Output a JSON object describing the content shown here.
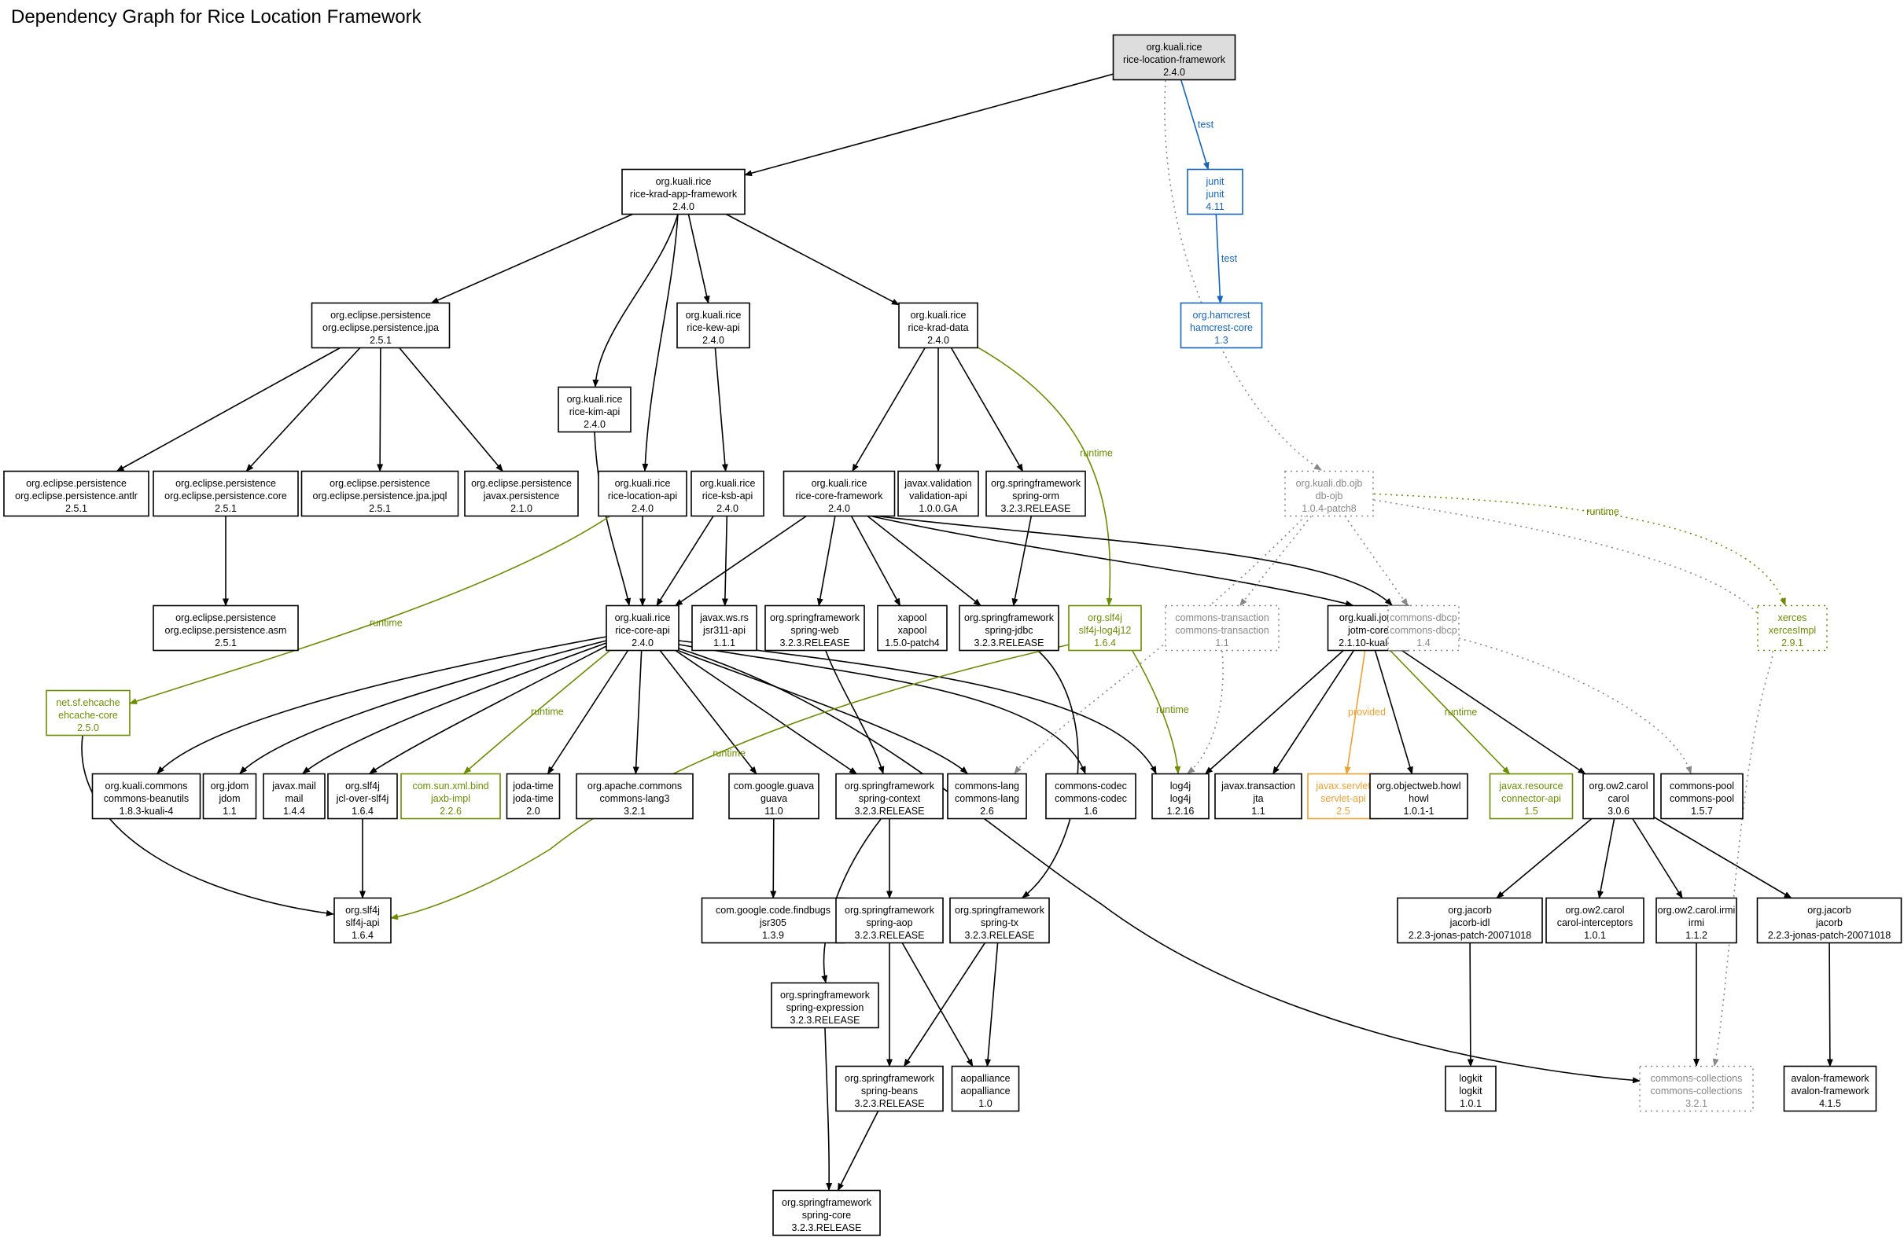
{
  "title": "Dependency Graph for Rice Location Framework",
  "colors": {
    "compile": "#000000",
    "test": "#1565c0",
    "runtime": "#6b8e00",
    "provided": "#f0a030",
    "optional": "#888888",
    "root_fill": "#dddddd"
  },
  "nodes": [
    {
      "id": "root",
      "lines": [
        "org.kuali.rice",
        "rice-location-framework",
        "2.4.0"
      ],
      "kind": "root"
    },
    {
      "id": "junit",
      "lines": [
        "junit",
        "junit",
        "4.11"
      ],
      "kind": "test"
    },
    {
      "id": "hamcrest",
      "lines": [
        "org.hamcrest",
        "hamcrest-core",
        "1.3"
      ],
      "kind": "test"
    },
    {
      "id": "krad_app",
      "lines": [
        "org.kuali.rice",
        "rice-krad-app-framework",
        "2.4.0"
      ],
      "kind": "compile"
    },
    {
      "id": "jpa",
      "lines": [
        "org.eclipse.persistence",
        "org.eclipse.persistence.jpa",
        "2.5.1"
      ],
      "kind": "compile"
    },
    {
      "id": "kew_api",
      "lines": [
        "org.kuali.rice",
        "rice-kew-api",
        "2.4.0"
      ],
      "kind": "compile"
    },
    {
      "id": "krad_data",
      "lines": [
        "org.kuali.rice",
        "rice-krad-data",
        "2.4.0"
      ],
      "kind": "compile"
    },
    {
      "id": "kim_api",
      "lines": [
        "org.kuali.rice",
        "rice-kim-api",
        "2.4.0"
      ],
      "kind": "compile"
    },
    {
      "id": "db_ojb",
      "lines": [
        "org.kuali.db.ojb",
        "db-ojb",
        "1.0.4-patch8"
      ],
      "kind": "optional"
    },
    {
      "id": "antlr",
      "lines": [
        "org.eclipse.persistence",
        "org.eclipse.persistence.antlr",
        "2.5.1"
      ],
      "kind": "compile"
    },
    {
      "id": "ep_core",
      "lines": [
        "org.eclipse.persistence",
        "org.eclipse.persistence.core",
        "2.5.1"
      ],
      "kind": "compile"
    },
    {
      "id": "jpql",
      "lines": [
        "org.eclipse.persistence",
        "org.eclipse.persistence.jpa.jpql",
        "2.5.1"
      ],
      "kind": "compile"
    },
    {
      "id": "javax_persist",
      "lines": [
        "org.eclipse.persistence",
        "javax.persistence",
        "2.1.0"
      ],
      "kind": "compile"
    },
    {
      "id": "loc_api",
      "lines": [
        "org.kuali.rice",
        "rice-location-api",
        "2.4.0"
      ],
      "kind": "compile"
    },
    {
      "id": "ksb_api",
      "lines": [
        "org.kuali.rice",
        "rice-ksb-api",
        "2.4.0"
      ],
      "kind": "compile"
    },
    {
      "id": "core_fw",
      "lines": [
        "org.kuali.rice",
        "rice-core-framework",
        "2.4.0"
      ],
      "kind": "compile"
    },
    {
      "id": "validation",
      "lines": [
        "javax.validation",
        "validation-api",
        "1.0.0.GA"
      ],
      "kind": "compile"
    },
    {
      "id": "spring_orm",
      "lines": [
        "org.springframework",
        "spring-orm",
        "3.2.3.RELEASE"
      ],
      "kind": "compile"
    },
    {
      "id": "ep_asm",
      "lines": [
        "org.eclipse.persistence",
        "org.eclipse.persistence.asm",
        "2.5.1"
      ],
      "kind": "compile"
    },
    {
      "id": "core_api",
      "lines": [
        "org.kuali.rice",
        "rice-core-api",
        "2.4.0"
      ],
      "kind": "compile"
    },
    {
      "id": "jsr311",
      "lines": [
        "javax.ws.rs",
        "jsr311-api",
        "1.1.1"
      ],
      "kind": "compile"
    },
    {
      "id": "spring_web",
      "lines": [
        "org.springframework",
        "spring-web",
        "3.2.3.RELEASE"
      ],
      "kind": "compile"
    },
    {
      "id": "xapool",
      "lines": [
        "xapool",
        "xapool",
        "1.5.0-patch4"
      ],
      "kind": "compile"
    },
    {
      "id": "spring_jdbc",
      "lines": [
        "org.springframework",
        "spring-jdbc",
        "3.2.3.RELEASE"
      ],
      "kind": "compile"
    },
    {
      "id": "slf4j_log4j",
      "lines": [
        "org.slf4j",
        "slf4j-log4j12",
        "1.6.4"
      ],
      "kind": "runtime"
    },
    {
      "id": "commons_tx",
      "lines": [
        "commons-transaction",
        "commons-transaction",
        "1.1"
      ],
      "kind": "optional"
    },
    {
      "id": "jotm",
      "lines": [
        "org.kuali.jotm",
        "jotm-core",
        "2.1.10-kuali-1"
      ],
      "kind": "compile"
    },
    {
      "id": "dbcp",
      "lines": [
        "commons-dbcp",
        "commons-dbcp",
        "1.4"
      ],
      "kind": "optional"
    },
    {
      "id": "xerces",
      "lines": [
        "xerces",
        "xercesImpl",
        "2.9.1"
      ],
      "kind": "runtime_opt"
    },
    {
      "id": "ehcache",
      "lines": [
        "net.sf.ehcache",
        "ehcache-core",
        "2.5.0"
      ],
      "kind": "runtime"
    },
    {
      "id": "beanutils",
      "lines": [
        "org.kuali.commons",
        "commons-beanutils",
        "1.8.3-kuali-4"
      ],
      "kind": "compile"
    },
    {
      "id": "jdom",
      "lines": [
        "org.jdom",
        "jdom",
        "1.1"
      ],
      "kind": "compile"
    },
    {
      "id": "mail",
      "lines": [
        "javax.mail",
        "mail",
        "1.4.4"
      ],
      "kind": "compile"
    },
    {
      "id": "jcl_slf4j",
      "lines": [
        "org.slf4j",
        "jcl-over-slf4j",
        "1.6.4"
      ],
      "kind": "compile"
    },
    {
      "id": "jaxb",
      "lines": [
        "com.sun.xml.bind",
        "jaxb-impl",
        "2.2.6"
      ],
      "kind": "runtime"
    },
    {
      "id": "joda",
      "lines": [
        "joda-time",
        "joda-time",
        "2.0"
      ],
      "kind": "compile"
    },
    {
      "id": "lang3",
      "lines": [
        "org.apache.commons",
        "commons-lang3",
        "3.2.1"
      ],
      "kind": "compile"
    },
    {
      "id": "guava",
      "lines": [
        "com.google.guava",
        "guava",
        "11.0"
      ],
      "kind": "compile"
    },
    {
      "id": "spring_ctx",
      "lines": [
        "org.springframework",
        "spring-context",
        "3.2.3.RELEASE"
      ],
      "kind": "compile"
    },
    {
      "id": "commons_lang",
      "lines": [
        "commons-lang",
        "commons-lang",
        "2.6"
      ],
      "kind": "compile"
    },
    {
      "id": "codec",
      "lines": [
        "commons-codec",
        "commons-codec",
        "1.6"
      ],
      "kind": "compile"
    },
    {
      "id": "log4j",
      "lines": [
        "log4j",
        "log4j",
        "1.2.16"
      ],
      "kind": "compile"
    },
    {
      "id": "jta",
      "lines": [
        "javax.transaction",
        "jta",
        "1.1"
      ],
      "kind": "compile"
    },
    {
      "id": "servlet",
      "lines": [
        "javax.servlet",
        "servlet-api",
        "2.5"
      ],
      "kind": "provided"
    },
    {
      "id": "howl",
      "lines": [
        "org.objectweb.howl",
        "howl",
        "1.0.1-1"
      ],
      "kind": "compile"
    },
    {
      "id": "connector",
      "lines": [
        "javax.resource",
        "connector-api",
        "1.5"
      ],
      "kind": "runtime"
    },
    {
      "id": "carol",
      "lines": [
        "org.ow2.carol",
        "carol",
        "3.0.6"
      ],
      "kind": "compile"
    },
    {
      "id": "pool",
      "lines": [
        "commons-pool",
        "commons-pool",
        "1.5.7"
      ],
      "kind": "compile"
    },
    {
      "id": "slf4j_api",
      "lines": [
        "org.slf4j",
        "slf4j-api",
        "1.6.4"
      ],
      "kind": "compile"
    },
    {
      "id": "jsr305",
      "lines": [
        "com.google.code.findbugs",
        "jsr305",
        "1.3.9"
      ],
      "kind": "compile"
    },
    {
      "id": "spring_aop",
      "lines": [
        "org.springframework",
        "spring-aop",
        "3.2.3.RELEASE"
      ],
      "kind": "compile"
    },
    {
      "id": "spring_tx",
      "lines": [
        "org.springframework",
        "spring-tx",
        "3.2.3.RELEASE"
      ],
      "kind": "compile"
    },
    {
      "id": "jacorb_idl",
      "lines": [
        "org.jacorb",
        "jacorb-idl",
        "2.2.3-jonas-patch-20071018"
      ],
      "kind": "compile"
    },
    {
      "id": "carol_int",
      "lines": [
        "org.ow2.carol",
        "carol-interceptors",
        "1.0.1"
      ],
      "kind": "compile"
    },
    {
      "id": "irmi",
      "lines": [
        "org.ow2.carol.irmi",
        "irmi",
        "1.1.2"
      ],
      "kind": "compile"
    },
    {
      "id": "jacorb",
      "lines": [
        "org.jacorb",
        "jacorb",
        "2.2.3-jonas-patch-20071018"
      ],
      "kind": "compile"
    },
    {
      "id": "spring_expr",
      "lines": [
        "org.springframework",
        "spring-expression",
        "3.2.3.RELEASE"
      ],
      "kind": "compile"
    },
    {
      "id": "spring_beans",
      "lines": [
        "org.springframework",
        "spring-beans",
        "3.2.3.RELEASE"
      ],
      "kind": "compile"
    },
    {
      "id": "aopalliance",
      "lines": [
        "aopalliance",
        "aopalliance",
        "1.0"
      ],
      "kind": "compile"
    },
    {
      "id": "logkit",
      "lines": [
        "logkit",
        "logkit",
        "1.0.1"
      ],
      "kind": "compile"
    },
    {
      "id": "collections",
      "lines": [
        "commons-collections",
        "commons-collections",
        "3.2.1"
      ],
      "kind": "optional"
    },
    {
      "id": "avalon",
      "lines": [
        "avalon-framework",
        "avalon-framework",
        "4.1.5"
      ],
      "kind": "compile"
    },
    {
      "id": "spring_core",
      "lines": [
        "org.springframework",
        "spring-core",
        "3.2.3.RELEASE"
      ],
      "kind": "compile"
    }
  ],
  "edges": [
    {
      "from": "root",
      "to": "krad_app",
      "kind": "compile"
    },
    {
      "from": "root",
      "to": "junit",
      "kind": "test",
      "label": "test"
    },
    {
      "from": "junit",
      "to": "hamcrest",
      "kind": "test",
      "label": "test"
    },
    {
      "from": "root",
      "to": "db_ojb",
      "kind": "optional"
    },
    {
      "from": "krad_app",
      "to": "jpa",
      "kind": "compile"
    },
    {
      "from": "krad_app",
      "to": "kim_api",
      "kind": "compile"
    },
    {
      "from": "krad_app",
      "to": "loc_api",
      "kind": "compile"
    },
    {
      "from": "krad_app",
      "to": "kew_api",
      "kind": "compile"
    },
    {
      "from": "krad_app",
      "to": "krad_data",
      "kind": "compile"
    },
    {
      "from": "jpa",
      "to": "antlr",
      "kind": "compile"
    },
    {
      "from": "jpa",
      "to": "ep_core",
      "kind": "compile"
    },
    {
      "from": "jpa",
      "to": "jpql",
      "kind": "compile"
    },
    {
      "from": "jpa",
      "to": "javax_persist",
      "kind": "compile"
    },
    {
      "from": "ep_core",
      "to": "ep_asm",
      "kind": "compile"
    },
    {
      "from": "kew_api",
      "to": "ksb_api",
      "kind": "compile"
    },
    {
      "from": "kim_api",
      "to": "core_api",
      "kind": "compile"
    },
    {
      "from": "loc_api",
      "to": "core_api",
      "kind": "compile"
    },
    {
      "from": "ksb_api",
      "to": "core_api",
      "kind": "compile"
    },
    {
      "from": "ksb_api",
      "to": "jsr311",
      "kind": "compile"
    },
    {
      "from": "loc_api",
      "to": "ehcache",
      "kind": "runtime",
      "label": "runtime"
    },
    {
      "from": "krad_data",
      "to": "core_fw",
      "kind": "compile"
    },
    {
      "from": "krad_data",
      "to": "validation",
      "kind": "compile"
    },
    {
      "from": "krad_data",
      "to": "spring_orm",
      "kind": "compile"
    },
    {
      "from": "krad_data",
      "to": "slf4j_log4j",
      "kind": "runtime",
      "label": "runtime"
    },
    {
      "from": "core_fw",
      "to": "core_api",
      "kind": "compile"
    },
    {
      "from": "core_fw",
      "to": "spring_web",
      "kind": "compile"
    },
    {
      "from": "core_fw",
      "to": "xapool",
      "kind": "compile"
    },
    {
      "from": "core_fw",
      "to": "spring_jdbc",
      "kind": "compile"
    },
    {
      "from": "core_fw",
      "to": "jotm",
      "kind": "compile"
    },
    {
      "from": "core_fw",
      "to": "dbcp",
      "kind": "compile"
    },
    {
      "from": "spring_orm",
      "to": "spring_jdbc",
      "kind": "compile"
    },
    {
      "from": "db_ojb",
      "to": "commons_tx",
      "kind": "optional"
    },
    {
      "from": "db_ojb",
      "to": "dbcp",
      "kind": "optional"
    },
    {
      "from": "db_ojb",
      "to": "xerces",
      "kind": "runtime_opt",
      "label": "runtime"
    },
    {
      "from": "db_ojb",
      "to": "commons_lang",
      "kind": "optional"
    },
    {
      "from": "db_ojb",
      "to": "collections",
      "kind": "optional"
    },
    {
      "from": "commons_tx",
      "to": "log4j",
      "kind": "optional"
    },
    {
      "from": "dbcp",
      "to": "pool",
      "kind": "optional"
    },
    {
      "from": "core_api",
      "to": "beanutils",
      "kind": "compile"
    },
    {
      "from": "core_api",
      "to": "jdom",
      "kind": "compile"
    },
    {
      "from": "core_api",
      "to": "mail",
      "kind": "compile"
    },
    {
      "from": "core_api",
      "to": "jcl_slf4j",
      "kind": "compile"
    },
    {
      "from": "core_api",
      "to": "jaxb",
      "kind": "runtime",
      "label": "runtime"
    },
    {
      "from": "core_api",
      "to": "joda",
      "kind": "compile"
    },
    {
      "from": "core_api",
      "to": "lang3",
      "kind": "compile"
    },
    {
      "from": "core_api",
      "to": "guava",
      "kind": "compile"
    },
    {
      "from": "core_api",
      "to": "spring_ctx",
      "kind": "compile"
    },
    {
      "from": "core_api",
      "to": "commons_lang",
      "kind": "compile"
    },
    {
      "from": "core_api",
      "to": "codec",
      "kind": "compile"
    },
    {
      "from": "core_api",
      "to": "log4j",
      "kind": "compile"
    },
    {
      "from": "core_api",
      "to": "collections",
      "kind": "compile"
    },
    {
      "from": "spring_web",
      "to": "spring_ctx",
      "kind": "compile"
    },
    {
      "from": "spring_jdbc",
      "to": "spring_tx",
      "kind": "compile"
    },
    {
      "from": "slf4j_log4j",
      "to": "log4j",
      "kind": "runtime",
      "label": "runtime"
    },
    {
      "from": "slf4j_log4j",
      "to": "slf4j_api",
      "kind": "runtime",
      "label": "runtime"
    },
    {
      "from": "jotm",
      "to": "log4j",
      "kind": "compile"
    },
    {
      "from": "jotm",
      "to": "jta",
      "kind": "compile"
    },
    {
      "from": "jotm",
      "to": "servlet",
      "kind": "provided",
      "label": "provided"
    },
    {
      "from": "jotm",
      "to": "howl",
      "kind": "compile"
    },
    {
      "from": "jotm",
      "to": "connector",
      "kind": "runtime",
      "label": "runtime"
    },
    {
      "from": "jotm",
      "to": "carol",
      "kind": "compile"
    },
    {
      "from": "ehcache",
      "to": "slf4j_api",
      "kind": "compile"
    },
    {
      "from": "jcl_slf4j",
      "to": "slf4j_api",
      "kind": "compile"
    },
    {
      "from": "guava",
      "to": "jsr305",
      "kind": "compile"
    },
    {
      "from": "spring_ctx",
      "to": "spring_aop",
      "kind": "compile"
    },
    {
      "from": "spring_ctx",
      "to": "spring_expr",
      "kind": "compile"
    },
    {
      "from": "carol",
      "to": "jacorb_idl",
      "kind": "compile"
    },
    {
      "from": "carol",
      "to": "carol_int",
      "kind": "compile"
    },
    {
      "from": "carol",
      "to": "irmi",
      "kind": "compile"
    },
    {
      "from": "carol",
      "to": "jacorb",
      "kind": "compile"
    },
    {
      "from": "spring_aop",
      "to": "spring_beans",
      "kind": "compile"
    },
    {
      "from": "spring_aop",
      "to": "aopalliance",
      "kind": "compile"
    },
    {
      "from": "spring_tx",
      "to": "spring_beans",
      "kind": "compile"
    },
    {
      "from": "spring_tx",
      "to": "aopalliance",
      "kind": "compile"
    },
    {
      "from": "jacorb_idl",
      "to": "logkit",
      "kind": "compile"
    },
    {
      "from": "irmi",
      "to": "collections",
      "kind": "compile"
    },
    {
      "from": "jacorb",
      "to": "avalon",
      "kind": "compile"
    },
    {
      "from": "spring_expr",
      "to": "spring_core",
      "kind": "compile"
    },
    {
      "from": "spring_beans",
      "to": "spring_core",
      "kind": "compile"
    }
  ]
}
